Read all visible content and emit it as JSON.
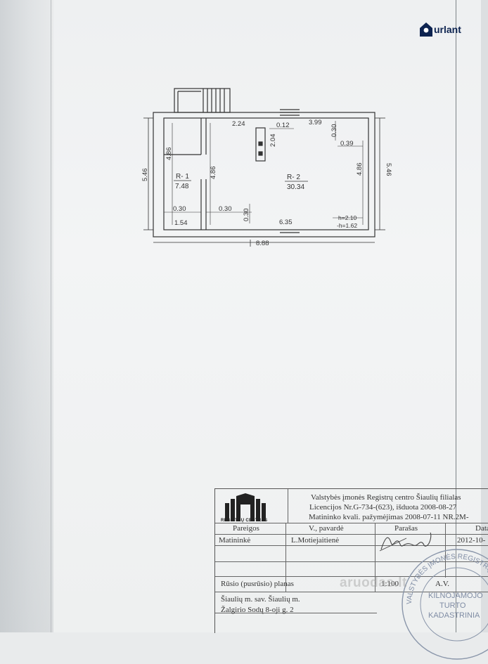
{
  "logo": {
    "text": "urlant"
  },
  "plan": {
    "rooms": [
      {
        "code": "R- 1",
        "area": "7.48"
      },
      {
        "code": "R- 2",
        "area": "30.34"
      }
    ],
    "dims": {
      "d_224": "2.24",
      "d_012": "0.12",
      "d_399": "3.99",
      "d_030_top": "0.30",
      "d_204": "2.04",
      "d_039": "0.39",
      "d_486_left": "4.86",
      "d_486_mid": "4.86",
      "d_486_right": "4.86",
      "d_546_left": "5.46",
      "d_546_right": "5.46",
      "d_030_r1": "0.30",
      "d_030_r2": "0.30",
      "d_030_vert": "0.30",
      "d_154": "1.54",
      "d_635": "6.35",
      "d_888": "8.88",
      "h_main": "h=2.10",
      "h_sub": "-h=1.62"
    }
  },
  "title_block": {
    "org_line1": "Valstybės įmonės Registrų centro Šiaulių filialas",
    "org_line2": "Licencijos Nr.G-734-(623), išduota 2008-08-27",
    "org_line3": "Matininko kvali. pažymėjimas 2008-07-11 NR.2M-",
    "logo_text": "REGISTRŲ CENTRAS",
    "col_pareigos": "Pareigos",
    "col_vardas": "V., pavardė",
    "col_parasas": "Parašas",
    "col_data": "Data",
    "row1_pareigos": "Matininkė",
    "row1_vardas": "L.Motiejaitienė",
    "row1_data": "2012-10-",
    "plan_name": "Rūsio (pusrūsio) planas",
    "scale": "1:100",
    "av": "A.V.",
    "address_line1": "Šiaulių m. sav. Šiaulių m.",
    "address_line2": "Žalgirio Sodų 8-oji g. 2",
    "stamp_text": "VALSTYBĖS ĮMONĖS REGISTRŲ",
    "stamp_inner1": "KILNOJAMOJO",
    "stamp_inner2": "TURTO",
    "stamp_inner3": "KADASTRINIA",
    "watermark": "aruodas.lt"
  }
}
